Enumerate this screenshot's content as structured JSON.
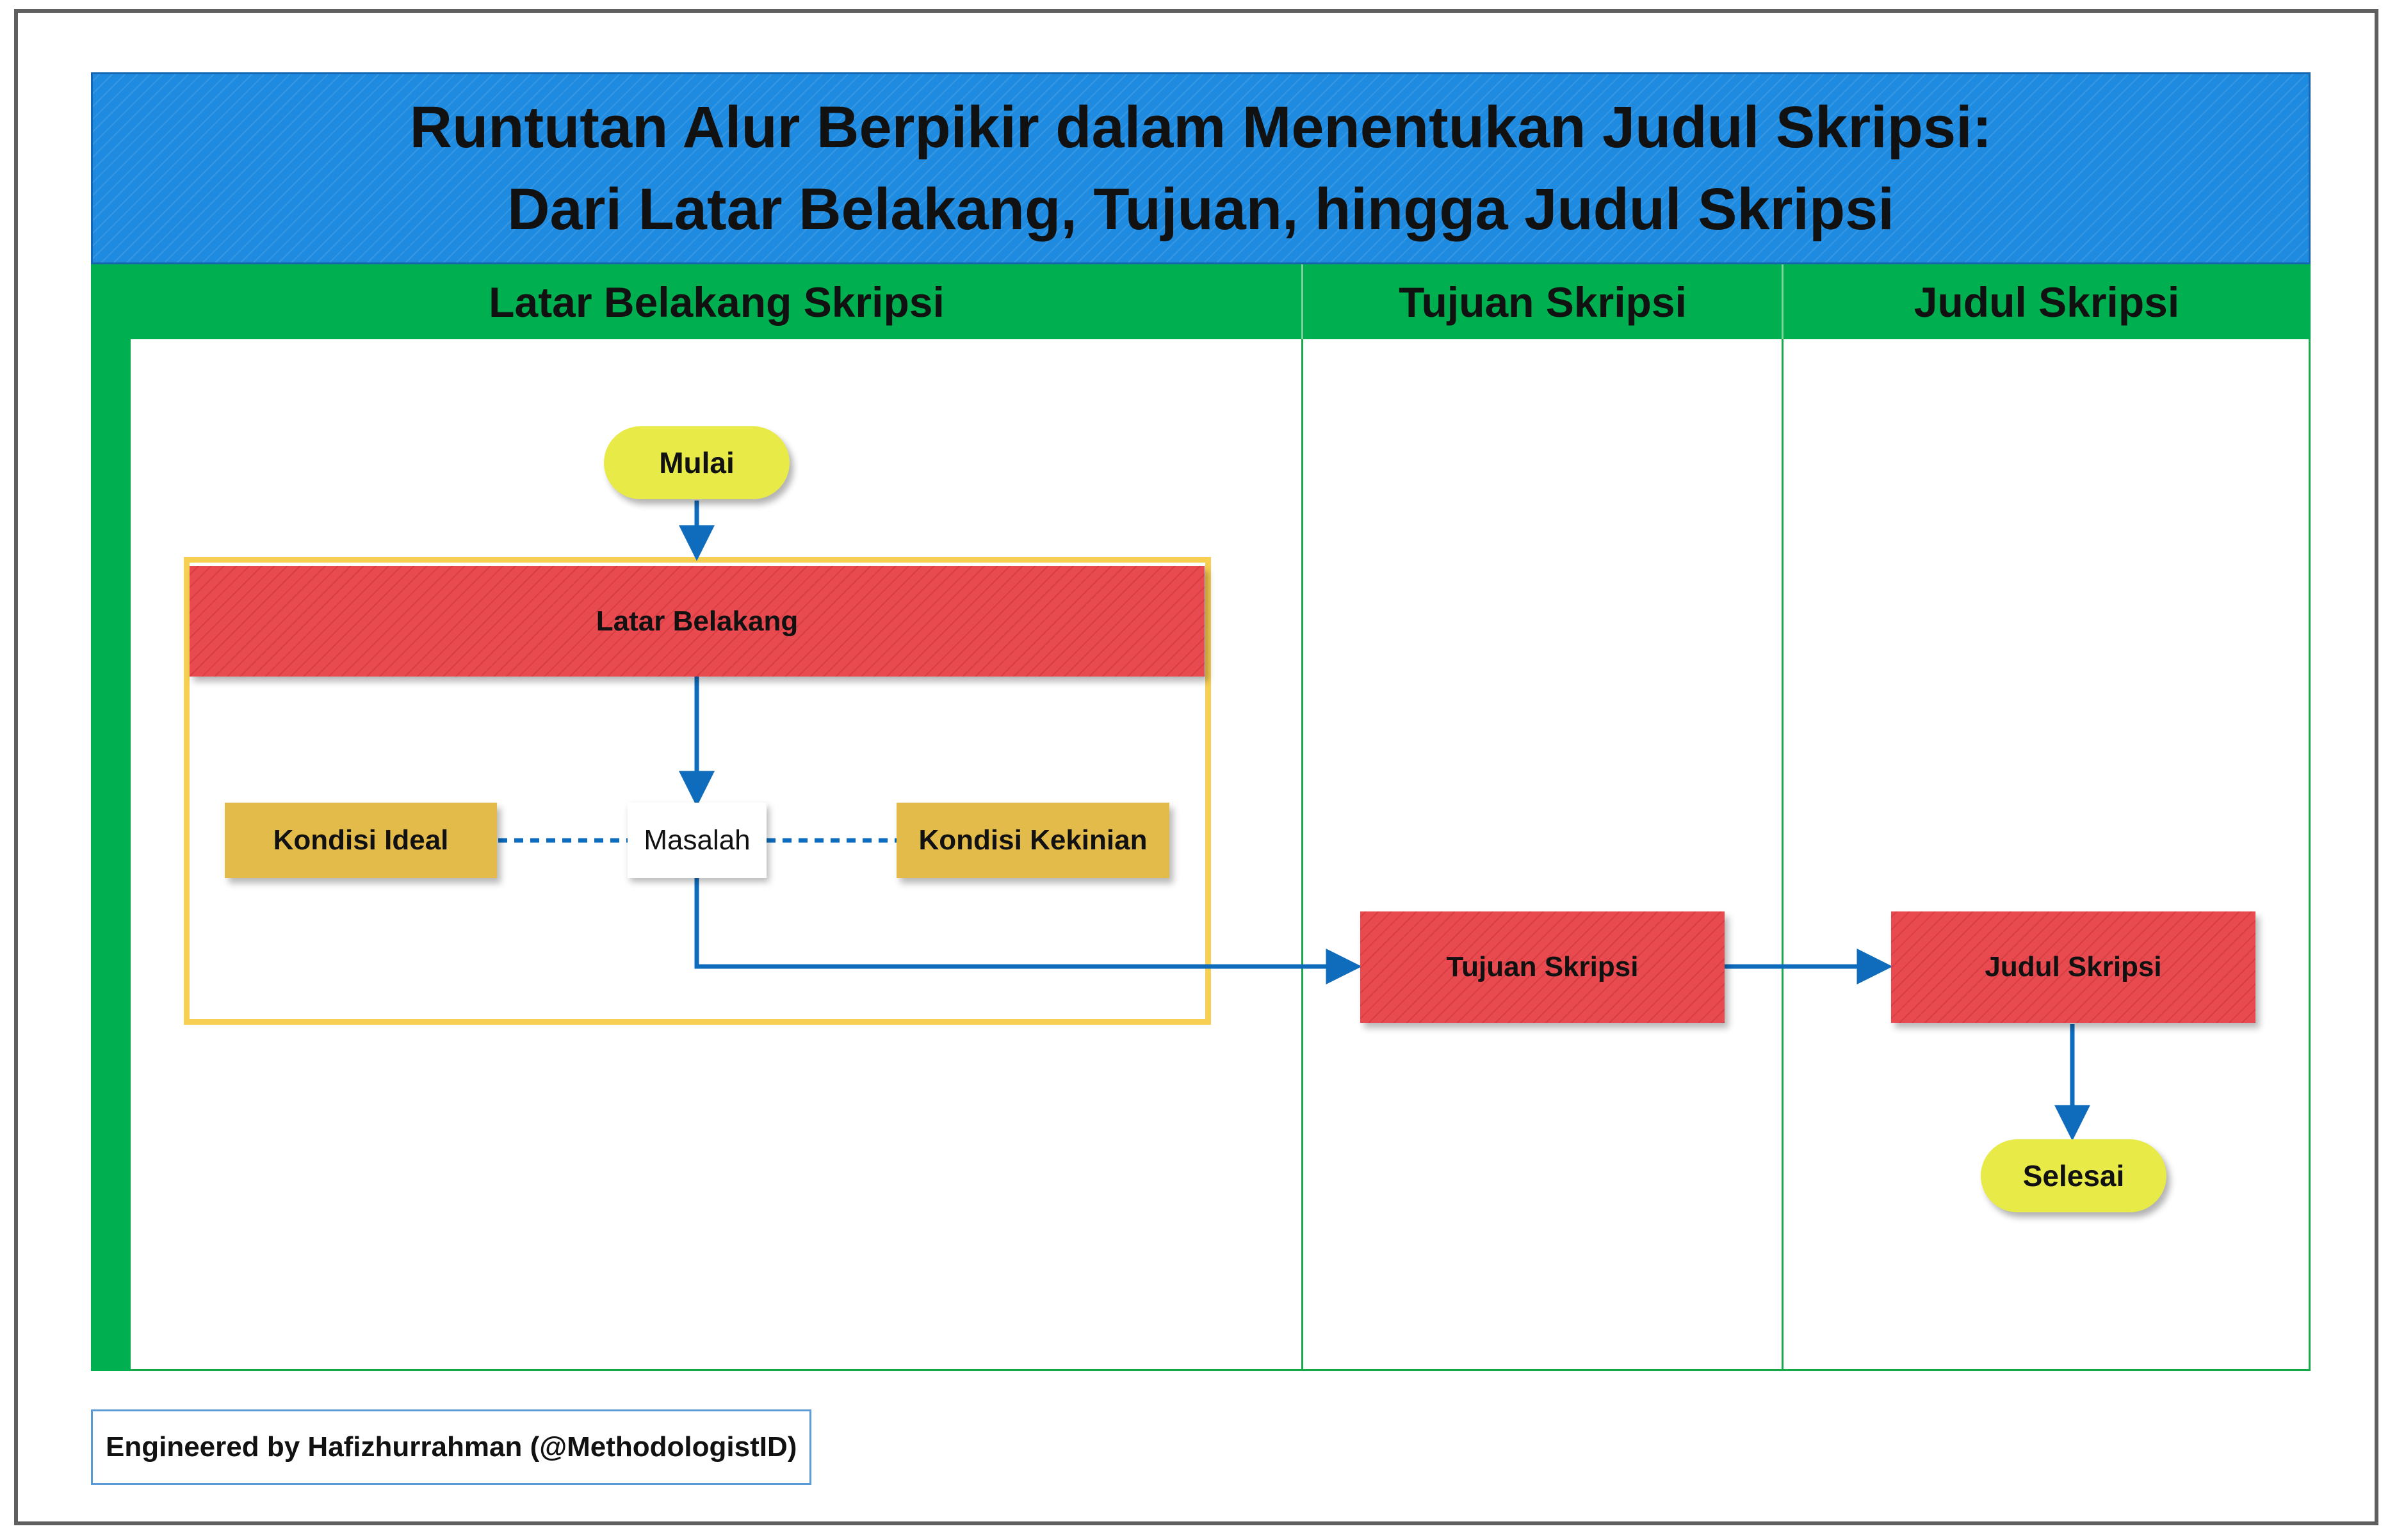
{
  "title": {
    "line1": "Runtutan Alur Berpikir dalam Menentukan Judul Skripsi:",
    "line2": "Dari Latar Belakang, Tujuan, hingga Judul Skripsi"
  },
  "lanes": [
    {
      "label": "Latar Belakang Skripsi"
    },
    {
      "label": "Tujuan Skripsi"
    },
    {
      "label": "Judul Skripsi"
    }
  ],
  "nodes": {
    "start": "Mulai",
    "latar_belakang": "Latar Belakang",
    "kondisi_ideal": "Kondisi Ideal",
    "masalah": "Masalah",
    "kondisi_kekinian": "Kondisi Kekinian",
    "tujuan": "Tujuan Skripsi",
    "judul": "Judul Skripsi",
    "end": "Selesai"
  },
  "credit": "Engineered by Hafizhurrahman (@MethodologistID)",
  "colors": {
    "title_bar": "#1f8be0",
    "lane_header": "#00b050",
    "process_red": "#e84a4f",
    "process_gold": "#e3bb4a",
    "terminator": "#e8ea47",
    "container_border": "#f7cf53",
    "connector": "#0f6cbd"
  }
}
